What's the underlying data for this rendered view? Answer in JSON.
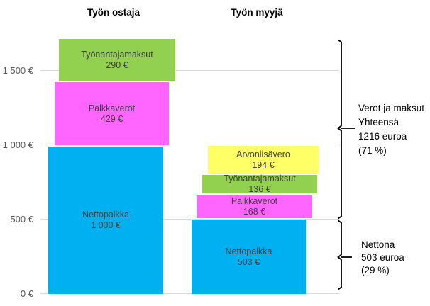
{
  "header": {
    "buyer_title": "Työn ostaja",
    "seller_title": "Työn myyjä"
  },
  "axis": {
    "ticks": [
      "1 500 €",
      "1 000 €",
      "500 €",
      "0 €"
    ]
  },
  "colors": {
    "blue": "#00B0F0",
    "magenta": "#FF66FF",
    "green": "#92D050",
    "yellow": "#FFFF66",
    "gridline": "#D9D9D9",
    "axis_text": "#595959",
    "bar_label_text": "#3F3F3F"
  },
  "bars": {
    "buyer": {
      "tyonantajamaksut": {
        "label": "Työnantajamaksut",
        "value": "290 €"
      },
      "palkkaverot": {
        "label": "Palkkaverot",
        "value": "429 €"
      },
      "nettopalkka": {
        "label": "Nettopalkka",
        "value": "1 000 €"
      }
    },
    "seller": {
      "arvonlisavero": {
        "label": "Arvonlisävero",
        "value": "194 €"
      },
      "tyonantajamaksut": {
        "label": "Työnantajamaksut",
        "value": "136 €"
      },
      "palkkaverot": {
        "label": "Palkkaverot",
        "value": "168 €"
      },
      "nettopalkka": {
        "label": "Nettopalkka",
        "value": "503 €"
      }
    }
  },
  "annotations": {
    "taxes": {
      "line1": "Verot ja maksut",
      "line2": "Yhteensä",
      "line3": "1216 euroa",
      "line4": "(71 %)"
    },
    "net": {
      "line1": "Nettona",
      "line2": "503 euroa",
      "line3": "(29 %)"
    }
  },
  "chart_data": {
    "type": "bar",
    "stacked": true,
    "categories": [
      "Työn ostaja",
      "Työn myyjä"
    ],
    "series": [
      {
        "name": "Nettopalkka",
        "color": "#00B0F0",
        "values": [
          1000,
          503
        ]
      },
      {
        "name": "Palkkaverot",
        "color": "#FF66FF",
        "values": [
          429,
          168
        ]
      },
      {
        "name": "Työnantajamaksut",
        "color": "#92D050",
        "values": [
          290,
          136
        ]
      },
      {
        "name": "Arvonlisävero",
        "color": "#FFFF66",
        "values": [
          0,
          194
        ]
      }
    ],
    "stack_totals": [
      1719,
      1001
    ],
    "y_tick_labels": [
      "0 €",
      "500 €",
      "1 000 €",
      "1 500 €"
    ],
    "ylim": [
      0,
      1750
    ],
    "grid": true,
    "legend": false,
    "annotations": [
      {
        "target_range_eur": [
          503,
          1719
        ],
        "text": "Verot ja maksut Yhteensä 1216 euroa (71 %)"
      },
      {
        "target_range_eur": [
          0,
          503
        ],
        "text": "Nettona 503 euroa (29 %)"
      }
    ]
  }
}
